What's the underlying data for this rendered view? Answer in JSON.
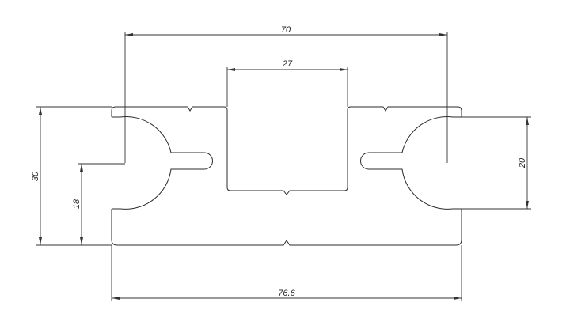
{
  "drawing": {
    "dimensions": {
      "overall_pitch": "70",
      "center_window": "27",
      "total_height": "30",
      "slot_height": "18",
      "right_opening": "20",
      "total_width": "76.6"
    },
    "colors": {
      "background": "#ffffff",
      "line": "#2b2b2b"
    }
  }
}
